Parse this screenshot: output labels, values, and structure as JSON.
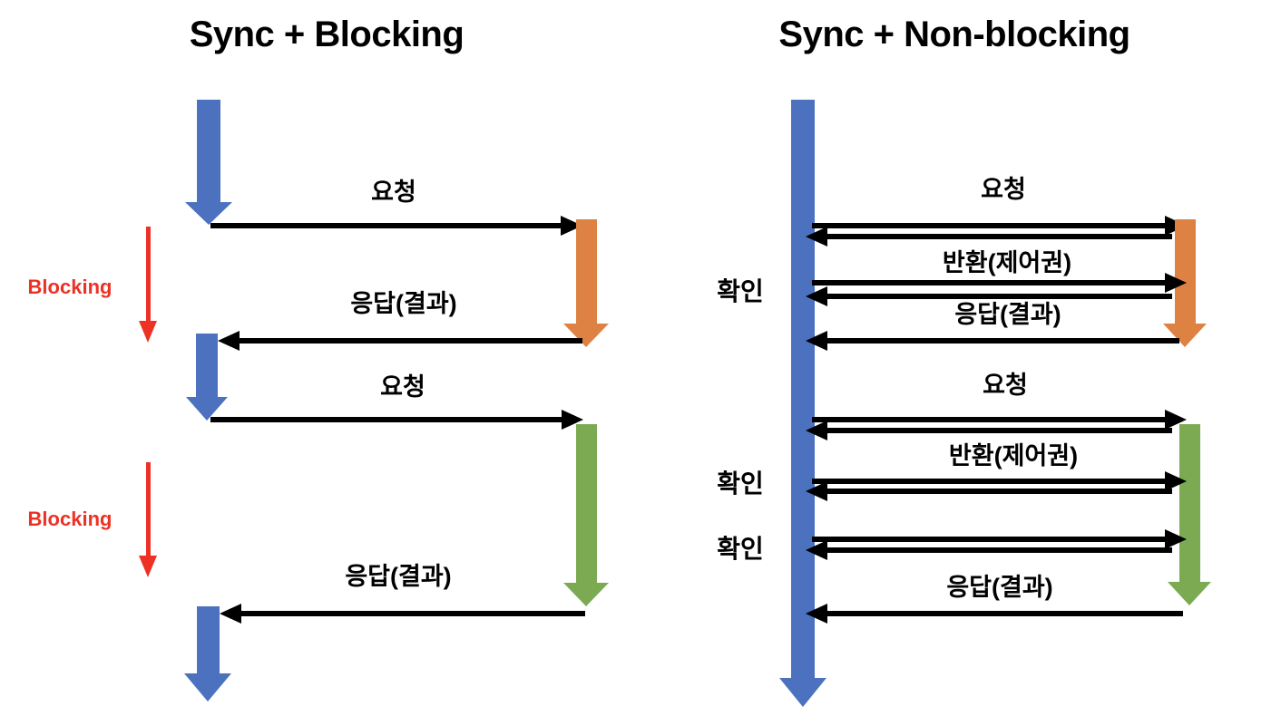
{
  "colors": {
    "client_arrow": "#4C72BF",
    "server_arrow_orange": "#DD8243",
    "server_arrow_green": "#7BAA53",
    "blocking_red": "#ED3125",
    "message_line": "#000000",
    "text": "#000000",
    "background": "#FFFFFF"
  },
  "left_diagram": {
    "title": "Sync + Blocking",
    "blocking_labels": [
      "Blocking",
      "Blocking"
    ],
    "message_labels": {
      "request_1": "요청",
      "response_1": "응답(결과)",
      "request_2": "요청",
      "response_2": "응답(결과)"
    }
  },
  "right_diagram": {
    "title": "Sync + Non-blocking",
    "check_labels": [
      "확인",
      "확인",
      "확인"
    ],
    "message_labels": {
      "request_1": "요청",
      "return_1": "반환(제어권)",
      "response_1": "응답(결과)",
      "request_2": "요청",
      "return_2": "반환(제어권)",
      "response_2": "응답(결과)"
    }
  }
}
